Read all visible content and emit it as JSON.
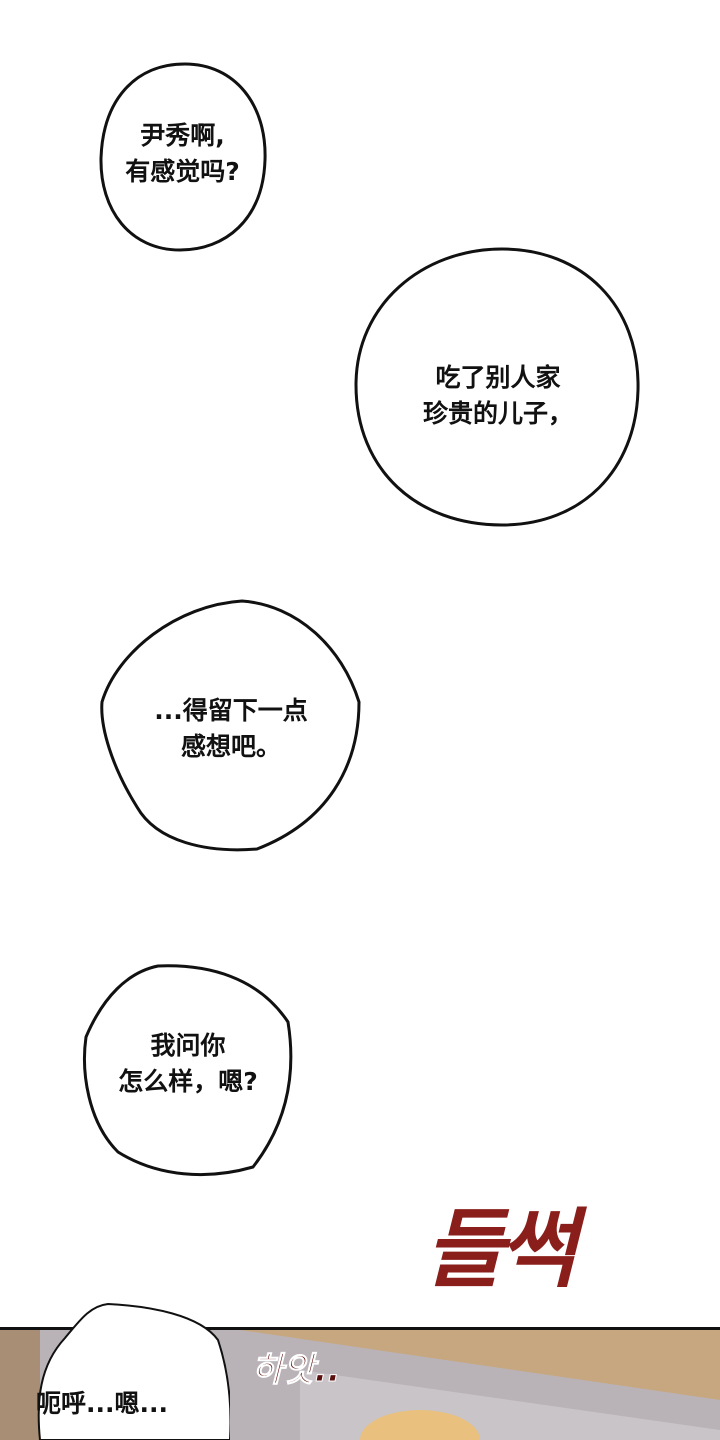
{
  "bubbles": [
    {
      "lines": [
        "尹秀啊,",
        "有感觉吗?"
      ]
    },
    {
      "lines": [
        "吃了别人家",
        "珍贵的儿子，"
      ]
    },
    {
      "lines": [
        "...得留下一点",
        "感想吧。"
      ]
    },
    {
      "lines": [
        "我问你",
        "怎么样，嗯?"
      ]
    },
    {
      "lines": [
        "呃呼...嗯..."
      ]
    }
  ],
  "sfx": {
    "lift": "들썩",
    "gasp": "하앗.."
  },
  "colors": {
    "sfx_red": "#c8352a",
    "sfx_dark": "#3a0f0f",
    "panel_bg": "#b9b3b8",
    "panel_tan": "#c7a77f"
  }
}
